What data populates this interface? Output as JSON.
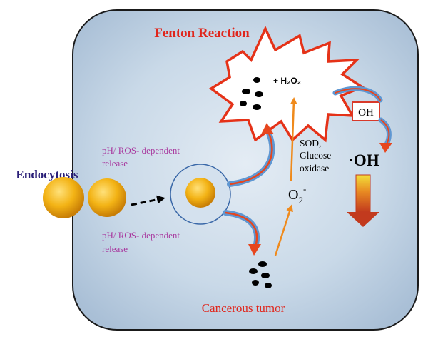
{
  "title": "Fenton Reaction",
  "h2o2_label": "+ H₂O₂",
  "oh_box_label": "OH",
  "oh_radical_label": "·OH",
  "enzyme_lines": [
    "SOD,",
    "Glucose",
    "oxidase"
  ],
  "superoxide": {
    "base": "O",
    "subscript": "2",
    "superscript": "-"
  },
  "release_upper": [
    "pH/ ROS- dependent",
    "release"
  ],
  "release_lower": [
    "pH/ ROS- dependent",
    "release"
  ],
  "endocytosis_label": "Endocytosis",
  "footer_label": "Cancerous tumor",
  "colors": {
    "cell_fill": "#c5d6e7",
    "cell_stroke": "#1a1a1a",
    "title_red": "#e0261c",
    "release_text": "#a8389e",
    "endocytosis_text": "#2a1f78",
    "arrow_orange": "#ef8a1c",
    "particle_gold": "#f2b417",
    "vesicle_stroke": "#3a68a8",
    "burst_red": "#e53218"
  }
}
